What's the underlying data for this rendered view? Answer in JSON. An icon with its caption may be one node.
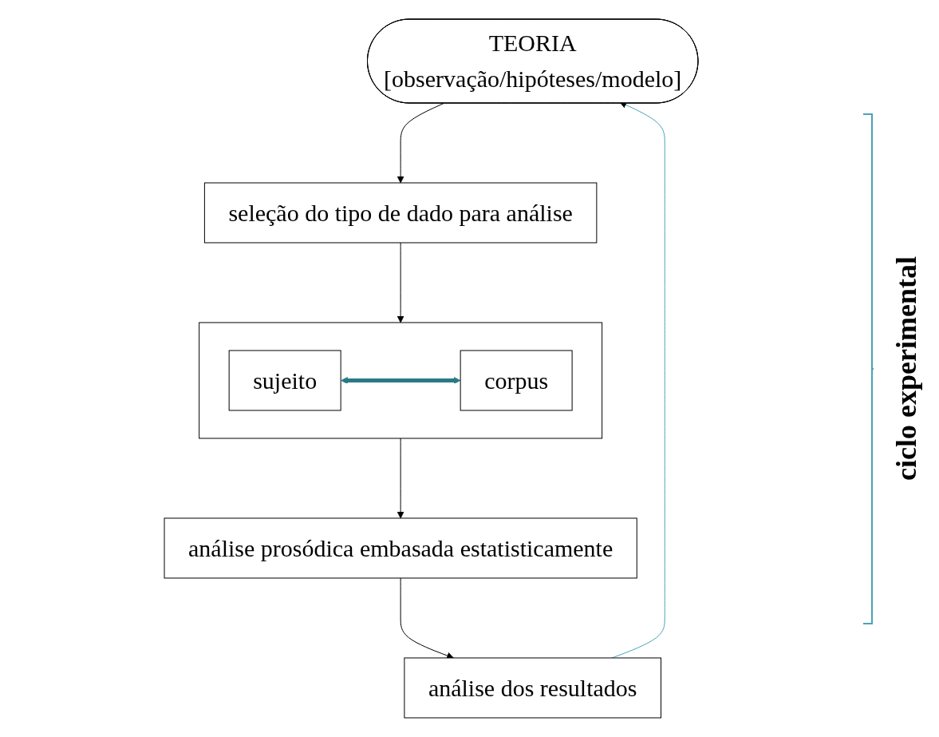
{
  "diagram": {
    "nodes": [
      {
        "text": [
          "TEORIA",
          "[observação/hipóteses/modelo]"
        ]
      },
      {
        "text": [
          "seleção do tipo de dado para análise"
        ]
      },
      {
        "text": [],
        "shape": "box"
      },
      {
        "text": [
          "sujeito"
        ],
        "in": 2
      },
      {
        "text": [
          "corpus"
        ],
        "in": 2
      },
      {
        "text": [
          "análise prosódica embasada estatisticamente"
        ]
      },
      {
        "text": [
          "análise dos resultados"
        ]
      }
    ],
    "edges": [
      {
        "from": 0,
        "to": 1,
        "arrow": "to"
      },
      {
        "from": 1,
        "to": 2,
        "arrow": "to"
      },
      {
        "from": 2,
        "to": 5,
        "arrow": "to"
      },
      {
        "from": 5,
        "to": 6,
        "arrow": "to"
      },
      {
        "from": 6,
        "to": 0,
        "arrow": "to",
        "color": "#4aa3b5"
      },
      {
        "from": 3,
        "to": 4,
        "arrow": "both",
        "style": "thick",
        "color": "#2a7a86"
      }
    ],
    "labels": [
      "ciclo experimental"
    ]
  }
}
